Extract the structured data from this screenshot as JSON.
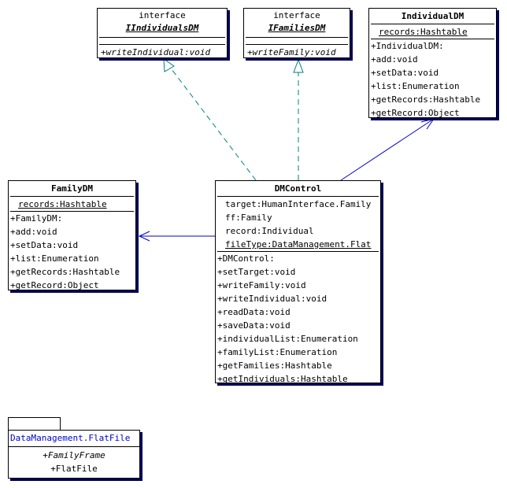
{
  "interfaces": {
    "iindividuals": {
      "stereotype": "interface",
      "name": "IIndividualsDM",
      "ops": [
        "+writeIndividual:void"
      ]
    },
    "ifamilies": {
      "stereotype": "interface",
      "name": "IFamiliesDM",
      "ops": [
        "+writeFamily:void"
      ]
    }
  },
  "individualdm": {
    "name": "IndividualDM",
    "attrs": [
      "records:Hashtable"
    ],
    "ops": [
      "+IndividualDM:",
      "+add:void",
      "+setData:void",
      "+list:Enumeration",
      "+getRecords:Hashtable",
      "+getRecord:Object"
    ]
  },
  "familydm": {
    "name": "FamilyDM",
    "attrs": [
      "records:Hashtable"
    ],
    "ops": [
      "+FamilyDM:",
      "+add:void",
      "+setData:void",
      "+list:Enumeration",
      "+getRecords:Hashtable",
      "+getRecord:Object"
    ]
  },
  "dmcontrol": {
    "name": "DMControl",
    "attrs": [
      "target:HumanInterface.Family",
      "ff:Family",
      "record:Individual",
      "fileType:DataManagement.Flat"
    ],
    "ops": [
      "+DMControl:",
      "+setTarget:void",
      "+writeFamily:void",
      "+writeIndividual:void",
      "+readData:void",
      "+saveData:void",
      "+individualList:Enumeration",
      "+familyList:Enumeration",
      "+getFamilies:Hashtable",
      "+getIndividuals:Hashtable"
    ]
  },
  "package": {
    "name": "DataManagement.FlatFile",
    "items": [
      "+FamilyFrame",
      "+FlatFile"
    ]
  },
  "colors": {
    "realization": "#008080",
    "association": "#0000cc",
    "shadow": "#00005a"
  }
}
